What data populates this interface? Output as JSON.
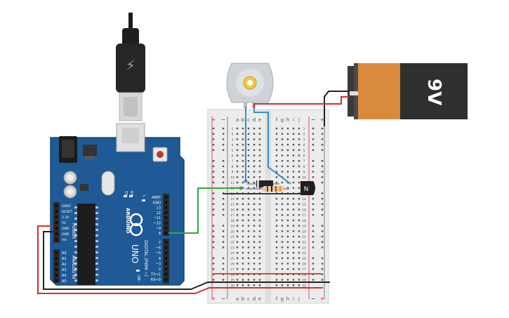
{
  "arduino": {
    "brand": "ARDUINO",
    "model": "UNO",
    "header_top": [
      "AREF",
      "GND",
      "13",
      "12",
      "~11",
      "~10",
      "~9",
      "8"
    ],
    "header_mid": [
      "7",
      "~6",
      "~5",
      "4",
      "~3",
      "2",
      "TX→1",
      "RX←0"
    ],
    "digital_label": "DIGITAL (PWM ~)",
    "power_pins": [
      "IOREF",
      "RESET",
      "3.3V",
      "5V",
      "GND",
      "GND",
      "Vin"
    ],
    "power_label": "POWER",
    "analog_pins": [
      "A0",
      "A1",
      "A2",
      "A3",
      "A4",
      "A5"
    ],
    "analog_label": "ANALOG IN",
    "led_labels": [
      "TX",
      "RX",
      "L",
      "ON"
    ],
    "colors": {
      "board": "#1f5a96",
      "header": "#2a2a2a"
    }
  },
  "battery": {
    "label": "9V",
    "colors": {
      "body": "#d98a3c",
      "label": "#2f2f2f",
      "cap": "#555555"
    }
  },
  "breadboard": {
    "columns_left": [
      "a",
      "b",
      "c",
      "d",
      "e"
    ],
    "columns_right": [
      "f",
      "g",
      "h",
      "i",
      "j"
    ],
    "rail_plus": "+",
    "rail_minus": "−",
    "row_numbers": [
      "1",
      "2",
      "3",
      "4",
      "5",
      "6",
      "7",
      "8",
      "9",
      "10",
      "11",
      "12",
      "13",
      "14",
      "15",
      "16",
      "17",
      "18",
      "19",
      "20",
      "21",
      "22",
      "23",
      "24",
      "25",
      "26",
      "27",
      "28",
      "29",
      "30"
    ]
  },
  "wires": {
    "colors": {
      "red": "#d32f2f",
      "black": "#222222",
      "green": "#3aa63a",
      "blue": "#2e8fc9"
    }
  }
}
